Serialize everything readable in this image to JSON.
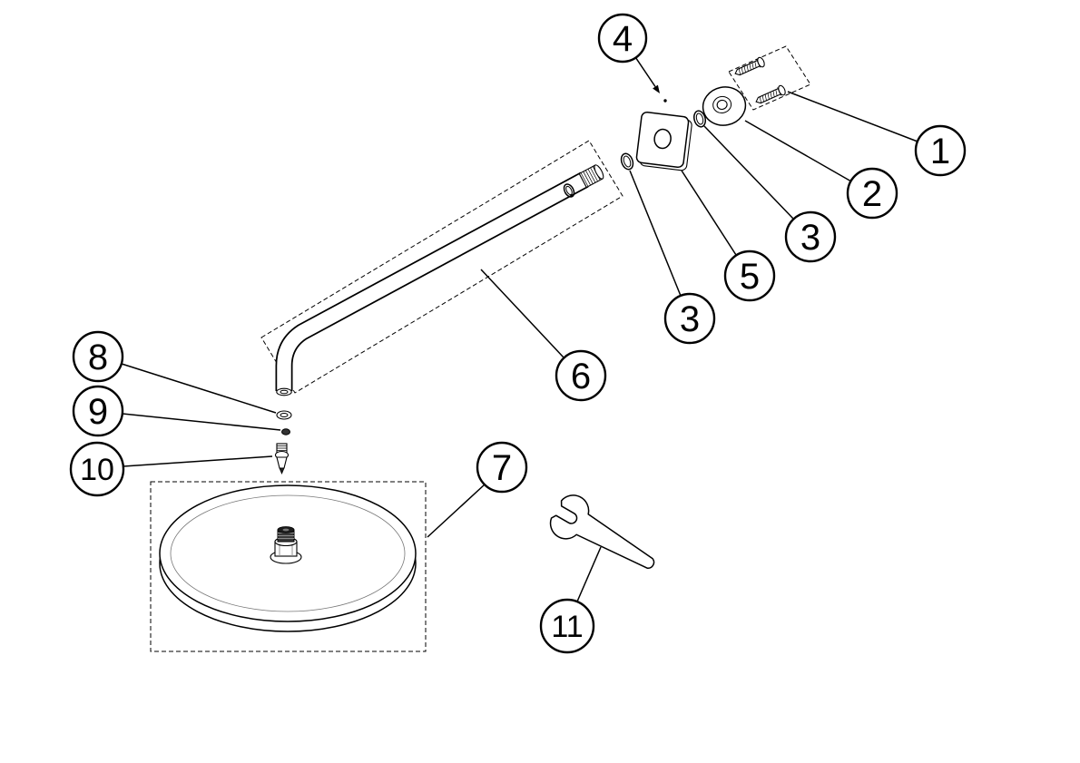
{
  "colors": {
    "background": "#ffffff",
    "line": "#000000",
    "dark_fitting": "#333333"
  },
  "callouts": [
    {
      "label": "4"
    },
    {
      "label": "1"
    },
    {
      "label": "2"
    },
    {
      "label": "3"
    },
    {
      "label": "5"
    },
    {
      "label": "3"
    },
    {
      "label": "6"
    },
    {
      "label": "8"
    },
    {
      "label": "9"
    },
    {
      "label": "10"
    },
    {
      "label": "7"
    },
    {
      "label": "11"
    }
  ]
}
